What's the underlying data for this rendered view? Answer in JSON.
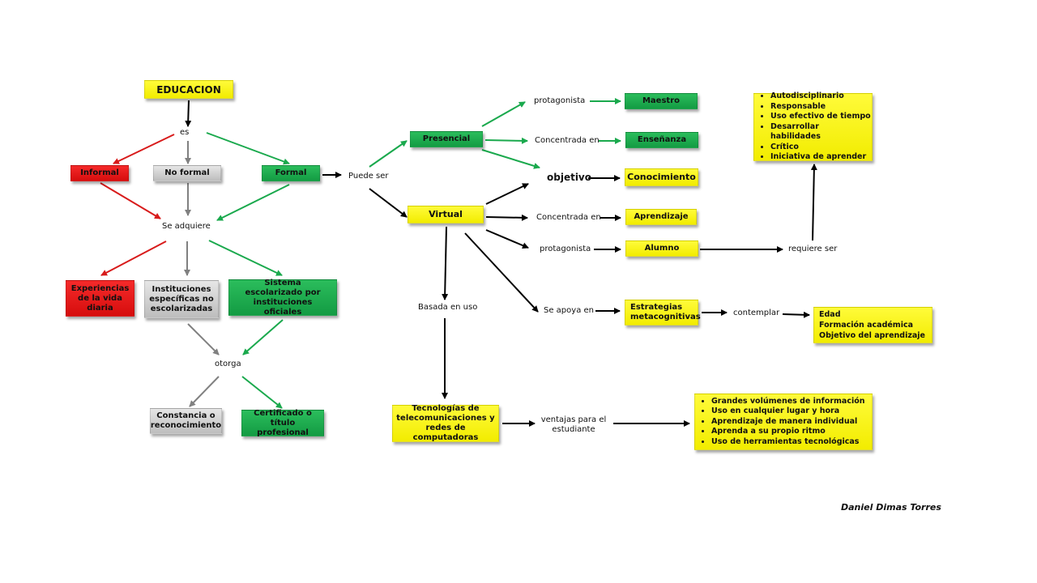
{
  "nodes": {
    "educacion": "EDUCACION",
    "informal": "Informal",
    "no_formal": "No formal",
    "formal": "Formal",
    "experiencias": "Experiencias de la vida diaria",
    "instituciones": "Instituciones específicas no escolarizadas",
    "sistema": "Sistema escolarizado por instituciones oficiales",
    "constancia": "Constancia o reconocimiento",
    "certificado": "Certificado o título profesional",
    "presencial": "Presencial",
    "virtual": "Virtual",
    "maestro": "Maestro",
    "ensenanza": "Enseñanza",
    "conocimiento": "Conocimiento",
    "aprendizaje": "Aprendizaje",
    "alumno": "Alumno",
    "estrategias": "Estrategias metacognitivas",
    "tecnologias": "Tecnologías de telecomunicaciones y redes de computadoras"
  },
  "labels": {
    "es": "es",
    "se_adquiere": "Se adquiere",
    "otorga": "otorga",
    "puede_ser": "Puede ser",
    "protagonista_1": "protagonista",
    "concentrada_1": "Concentrada en",
    "objetivo": "objetivo",
    "concentrada_2": "Concentrada en",
    "protagonista_2": "protagonista",
    "requiere_ser": "requiere ser",
    "basada": "Basada en uso",
    "se_apoya": "Se apoya en",
    "contemplar": "contemplar",
    "ventajas": "ventajas para el estudiante"
  },
  "lists": {
    "cualidades": [
      "Autodisciplinario",
      "Responsable",
      "Uso efectivo de tiempo",
      "Desarrollar habilidades",
      "Crítico",
      "Iniciativa de aprender"
    ],
    "contemplar_items": [
      "Edad",
      "Formación académica",
      "Objetivo del aprendizaje"
    ],
    "ventajas_items": [
      "Grandes volúmenes de información",
      "Uso en cualquier lugar y hora",
      "Aprendizaje de manera individual",
      "Aprenda a su propio ritmo",
      "Uso de herramientas tecnológicas"
    ]
  },
  "author": "Daniel Dimas Torres",
  "colors": {
    "yellow": "#fff200",
    "green": "#1aa94d",
    "red": "#e81818",
    "gray": "#c8c8c8",
    "arrow_red": "#d81b1b",
    "arrow_green": "#1aa94d",
    "arrow_gray": "#808080",
    "arrow_black": "#000000"
  }
}
